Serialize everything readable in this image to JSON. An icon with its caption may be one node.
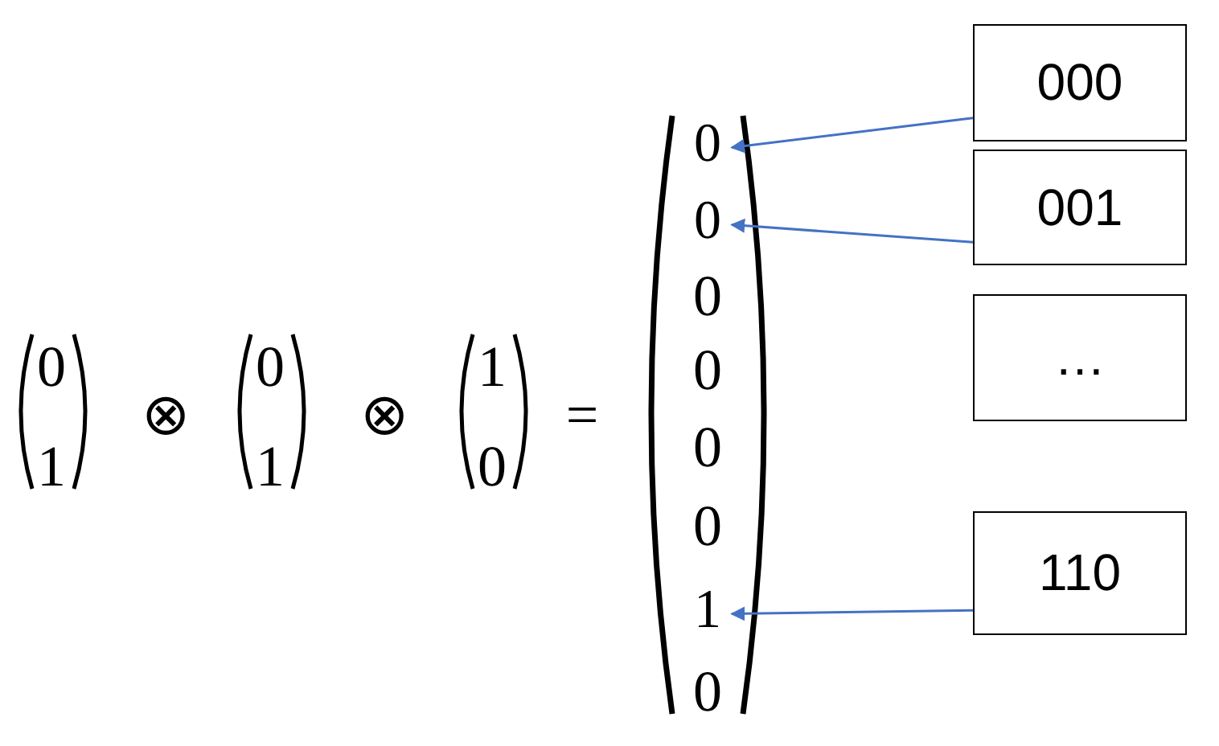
{
  "diagram": {
    "nodes": [
      {
        "text": [
          "000"
        ]
      },
      {
        "text": [
          "001"
        ]
      },
      {
        "text": [
          "…"
        ]
      },
      {
        "text": [
          "110"
        ]
      },
      {
        "text": [
          "0"
        ]
      },
      {
        "text": [
          "0"
        ]
      },
      {
        "text": [
          "1"
        ]
      }
    ],
    "edges": [
      {
        "from": 0,
        "to": 4,
        "arrow": "to"
      },
      {
        "from": 1,
        "to": 5,
        "arrow": "to"
      },
      {
        "from": 3,
        "to": 6,
        "arrow": "to"
      }
    ],
    "labels": [
      "0",
      "1",
      "⊗",
      "0",
      "1",
      "⊗",
      "1",
      "0",
      "=",
      "0",
      "0",
      "0",
      "0",
      "0"
    ]
  }
}
